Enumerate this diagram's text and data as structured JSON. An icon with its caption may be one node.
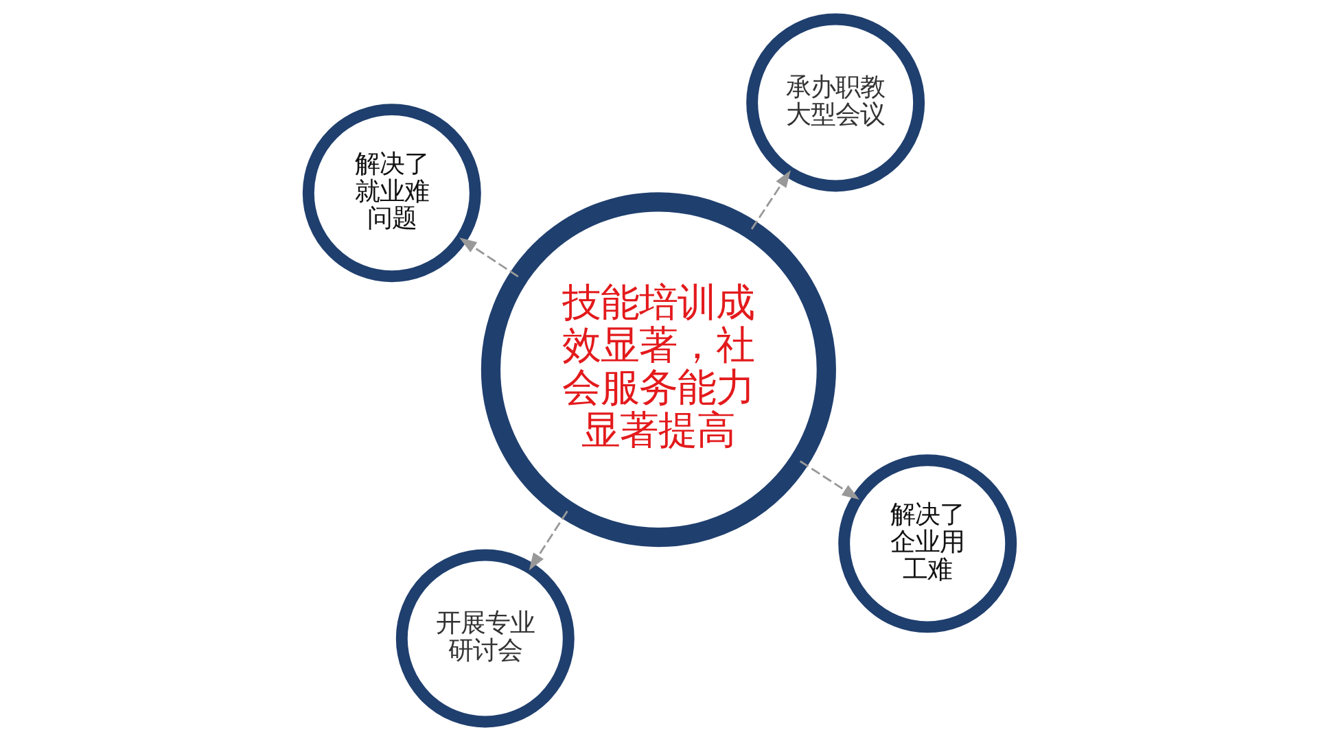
{
  "diagram": {
    "nodes": [
      {
        "text": [
          "技能培训成效显著，社会服务能力显著提高"
        ]
      },
      {
        "text": [
          "解决了企业用工难"
        ]
      },
      {
        "text": [
          "开展专业研讨会"
        ]
      },
      {
        "text": [
          "解决了就业难问题"
        ]
      },
      {
        "text": [
          "承办职教大型会议"
        ]
      }
    ],
    "edges": [
      {
        "from": 0,
        "to": 1,
        "arrow": "to",
        "style": "dashed"
      },
      {
        "from": 0,
        "to": 2,
        "arrow": "to",
        "style": "dashed"
      },
      {
        "from": 0,
        "to": 3,
        "arrow": "to",
        "style": "dashed"
      },
      {
        "from": 0,
        "to": 4,
        "arrow": "to",
        "style": "dashed"
      }
    ]
  }
}
